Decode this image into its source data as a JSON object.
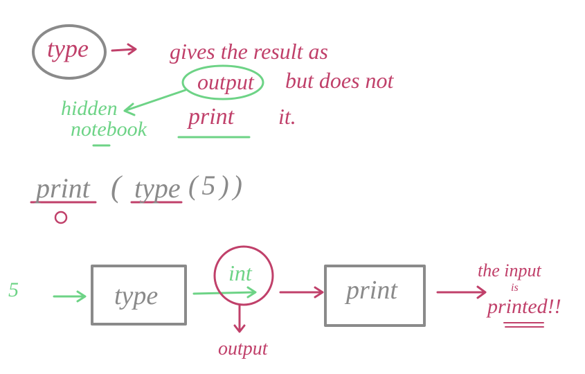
{
  "colors": {
    "pink": "#c0406a",
    "green": "#6dd386",
    "gray": "#8a8a8a"
  },
  "top_note": {
    "type_word": "type",
    "line1": "gives the result as",
    "output_word": "output",
    "line2_rest": "but does not",
    "print_word": "print",
    "line3_rest": "it.",
    "hidden_line1": "hidden",
    "hidden_line2": "notebook"
  },
  "expression": {
    "print": "print",
    "open_paren": "(",
    "type": "type",
    "rest": "(5))"
  },
  "flow": {
    "input": "5",
    "box1": "type",
    "circle": "int",
    "output_label": "output",
    "box2": "print",
    "note_line1": "the input",
    "note_line2": "is",
    "note_line3": "printed!!"
  }
}
